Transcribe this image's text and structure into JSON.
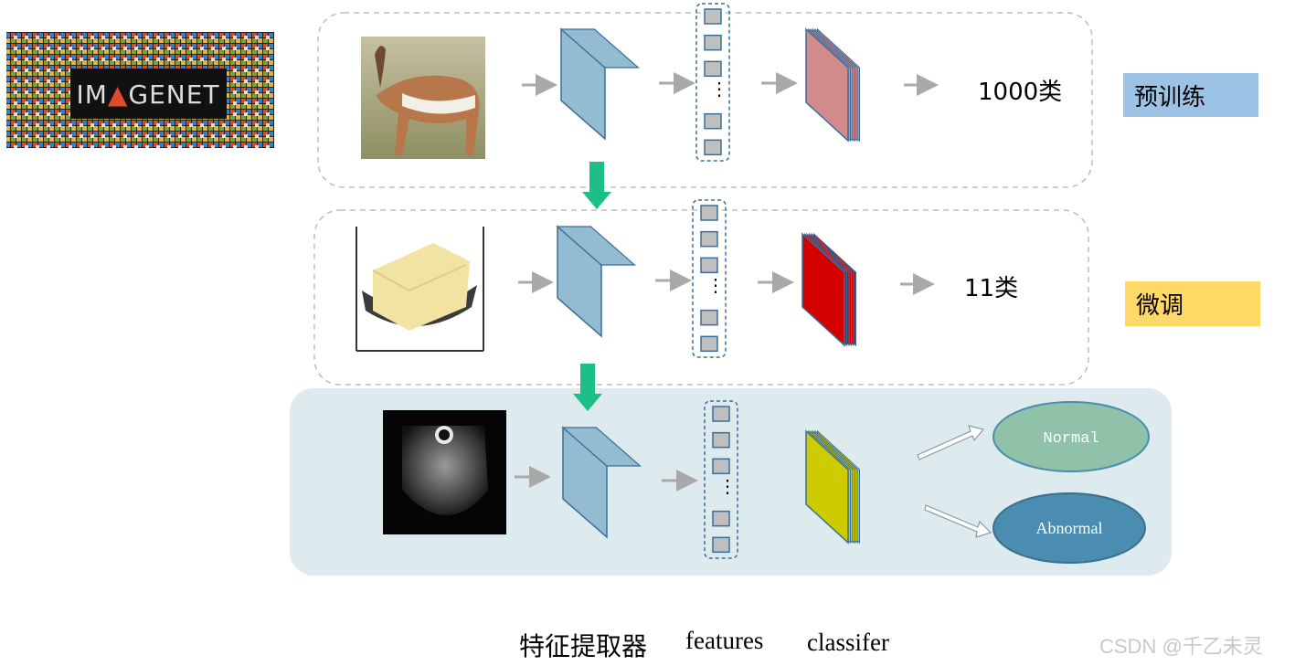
{
  "imagenet_logo": "IMAGENET",
  "rows": {
    "pretrain": {
      "output_label": "1000类",
      "stage_tag": "预训练"
    },
    "finetune": {
      "output_label": "11类",
      "stage_tag": "微调"
    },
    "target": {
      "outputs": [
        "Normal",
        "Abnormal"
      ]
    }
  },
  "captions": {
    "extractor": "特征提取器",
    "features": "features",
    "classifier": "classifer"
  },
  "watermark": "CSDN @千乙未灵",
  "colors": {
    "cube": "#93bcd1",
    "pretrain_classifier": "#d28a8a",
    "finetune_classifier": "#d40000",
    "target_classifier": "#cccc00",
    "normal": "#8fc2a8",
    "abnormal": "#4a8db0",
    "pretrain_tag": "#9cc2e5",
    "finetune_tag": "#ffd966",
    "target_panel": "#ddebee",
    "arrow_green": "#1bbf87"
  }
}
